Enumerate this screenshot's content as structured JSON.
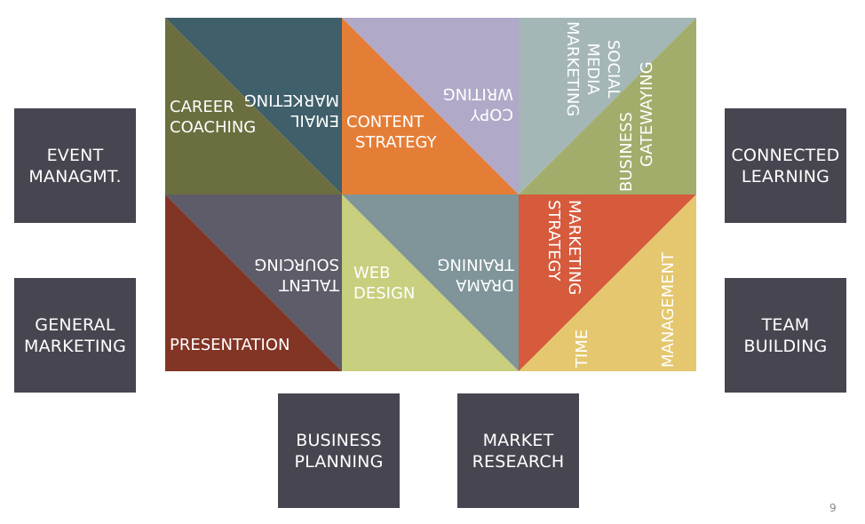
{
  "side_boxes": {
    "event": [
      "EVENT",
      "MANAGMT."
    ],
    "general": [
      "GENERAL",
      "MARKETING"
    ],
    "connected": [
      "CONNECTED",
      "LEARNING"
    ],
    "team": [
      "TEAM",
      "BUILDING"
    ],
    "business_planning": [
      "BUSINESS",
      "PLANNING"
    ],
    "market_research": [
      "MARKET",
      "RESEARCH"
    ]
  },
  "tiles": {
    "email_marketing": [
      "EMAIL",
      "MARKETING"
    ],
    "career_coaching": [
      "CAREER",
      "COACHING"
    ],
    "copy_writing": [
      "COPY",
      "WRITING"
    ],
    "content_strategy": [
      "CONTENT",
      "STRATEGY"
    ],
    "social_media": [
      "SOCIAL",
      "MEDIA",
      "MARKETING"
    ],
    "business_gatewaying": [
      "BUSINESS",
      "GATEWAYING"
    ],
    "talent_sourcing": [
      "TALENT",
      "SOURCING"
    ],
    "presentation": "PRESENTATION",
    "web_design": [
      "WEB",
      "DESIGN"
    ],
    "drama_training": [
      "DRAMA",
      "TRAINING"
    ],
    "marketing_strategy": [
      "MARKETING",
      "STRATEGY"
    ],
    "time": "TIME",
    "management": "MANAGEMENT"
  },
  "colors": {
    "box": "#47454f",
    "teal": "#3f5f6a",
    "olive": "#6b6e3e",
    "orange": "#e47e37",
    "lavender": "#b0a9c8",
    "sage": "#a4b7b6",
    "green": "#a2ad6c",
    "slate": "#5e5c68",
    "brick": "#823425",
    "lime": "#c8cf7e",
    "greyteal": "#7f9599",
    "red": "#d65a3c",
    "yellow": "#e4c76e"
  },
  "page_number": "9"
}
